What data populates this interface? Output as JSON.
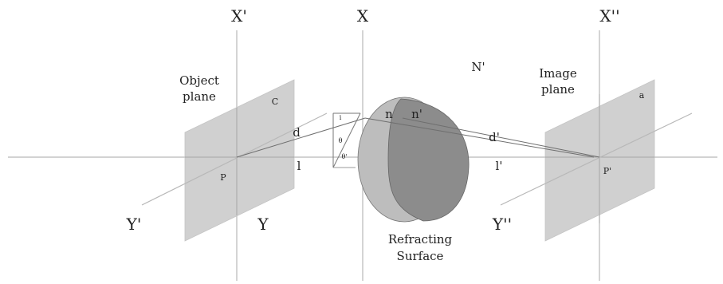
{
  "labels": {
    "x_prime": "X'",
    "x": "X",
    "x_double_prime": "X''",
    "y_prime": "Y'",
    "y": "Y",
    "y_double_prime": "Y''",
    "object_plane_line1": "Object",
    "object_plane_line2": "plane",
    "image_plane_line1": "Image",
    "image_plane_line2": "plane",
    "object_mark": "C",
    "image_mark": "a",
    "point_p": "P",
    "point_p_prime": "P'",
    "d": "d",
    "d_prime": "d'",
    "l": "l",
    "l_prime": "l'",
    "n": "n",
    "n_prime": "n'",
    "normal": "N'",
    "refracting_line1": "Refracting",
    "refracting_line2": "Surface",
    "angle_theta": "θ",
    "angle_theta_prime": "θ'",
    "angle_small": "i"
  },
  "colors": {
    "plane_fill": "#d0d0d0",
    "surface_light": "#bdbdbd",
    "surface_dark": "#8c8c8c",
    "axis_line": "#b8b8b8",
    "ray_line": "#6e6e6e"
  }
}
